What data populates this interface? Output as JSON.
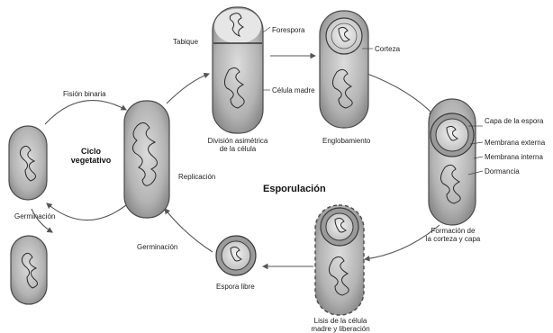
{
  "labels": {
    "cycle_title": "Esporulación",
    "binary_fission": "Fisión binaria",
    "vegetative_cycle": "Ciclo\nvegetativo",
    "germination": "Germinación",
    "septum": "Tabique",
    "forespore": "Forespora",
    "mother_cell": "Célula madre",
    "asymmetric_division": "División asimétrica\nde la célula",
    "engulfment": "Englobamiento",
    "cortex": "Corteza",
    "spore_coat": "Capa de\nla espora",
    "outer_membrane": "Membrana externa",
    "inner_membrane": "Membrana interna",
    "cortex_formation": "Formación de\nla corteza y capa",
    "mother_cell_lysis": "Lisis de la célula\nmadre y liberación",
    "free_spore": "Espora libre",
    "dormancy": "Dormancia",
    "chromosome_replication": "Replicación"
  },
  "colors": {
    "cell_fill": "#a9a9a9",
    "cell_stroke": "#4a4a4a",
    "cell_inner": "#c9c9c9",
    "spore_fill": "#d9d9d9",
    "arrow": "#555555"
  }
}
